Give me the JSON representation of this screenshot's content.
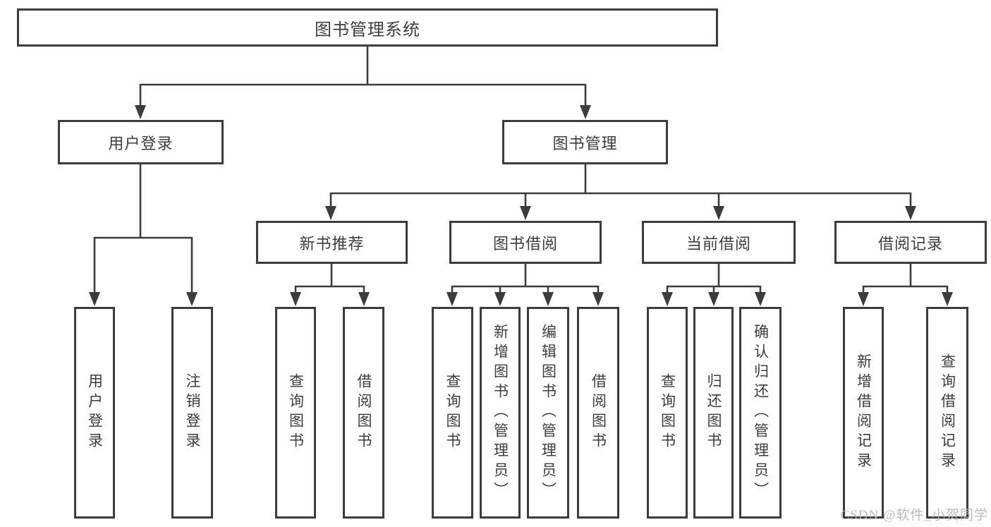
{
  "tree": {
    "root": "图书管理系统",
    "branches": [
      {
        "label": "用户登录",
        "children": [
          "用户登录",
          "注销登录"
        ]
      },
      {
        "label": "图书管理",
        "groups": [
          {
            "label": "新书推荐",
            "children": [
              "查询图书",
              "借阅图书"
            ]
          },
          {
            "label": "图书借阅",
            "children": [
              "查询图书",
              "新增图书（管理员）",
              "编辑图书（管理员）",
              "借阅图书"
            ]
          },
          {
            "label": "当前借阅",
            "children": [
              "查询图书",
              "归还图书",
              "确认归还（管理员）"
            ]
          },
          {
            "label": "借阅记录",
            "children": [
              "新增借阅记录",
              "查询借阅记录"
            ]
          }
        ]
      }
    ]
  },
  "watermark": {
    "text": "CSDN @软件_小贺同学"
  },
  "colors": {
    "line": "#3c3c3c",
    "text": "#3d3d3d",
    "background": "#ffffff",
    "watermark": "#b5b5b5"
  }
}
